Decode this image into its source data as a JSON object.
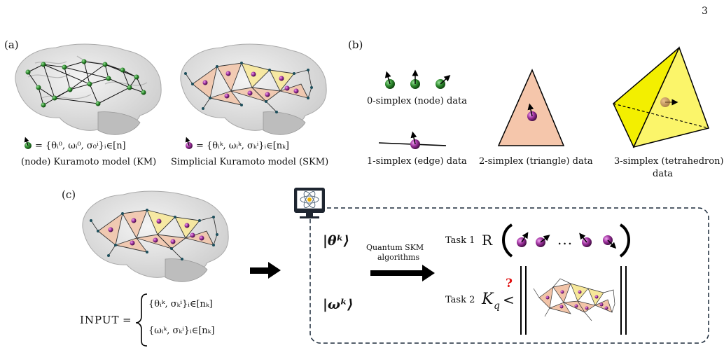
{
  "page_number": "3",
  "panel_a": {
    "label": "(a)",
    "km_formula": "= {θᵢ⁰, ωᵢ⁰, σ₀ⁱ}ᵢ∈[n]",
    "km_caption": "(node) Kuramoto model (KM)",
    "skm_formula": "= {θᵢᵏ, ωᵢᵏ, σₖⁱ}ᵢ∈[nₖ]",
    "skm_caption": "Simplicial Kuramoto model (SKM)"
  },
  "panel_b": {
    "label": "(b)",
    "simplex0": "0-simplex (node) data",
    "simplex1": "1-simplex (edge) data",
    "simplex2": "2-simplex (triangle) data",
    "simplex3_line1": "3-simplex (tetrahedron)",
    "simplex3_line2": "data"
  },
  "panel_c": {
    "label": "(c)",
    "input_word": "INPUT",
    "equals": "=",
    "input_set1": "{θᵢᵏ, σₖⁱ}ᵢ∈[nₖ]",
    "input_set2": "{ωᵢᵏ, σₖⁱ}ᵢ∈[nₖ]",
    "ket_theta": "|θᵏ⟩",
    "ket_omega": "|ωᵏ⟩",
    "algo_line1": "Quantum SKM",
    "algo_line2": "algorithms",
    "task1_label": "Task 1",
    "task1_R": "R",
    "task1_dots": "...",
    "task2_label": "Task 2",
    "task2_K": "K",
    "task2_q": "q",
    "task2_less": "<",
    "task2_question": "?"
  },
  "colors": {
    "node_green": "#2e7d32",
    "node_purple": "#8e2a8e",
    "triangle_fill": "#f2c4a8",
    "tetra_fill": "#f5f000",
    "question_red": "#e01010",
    "dashed_box": "#1b2a3a"
  }
}
